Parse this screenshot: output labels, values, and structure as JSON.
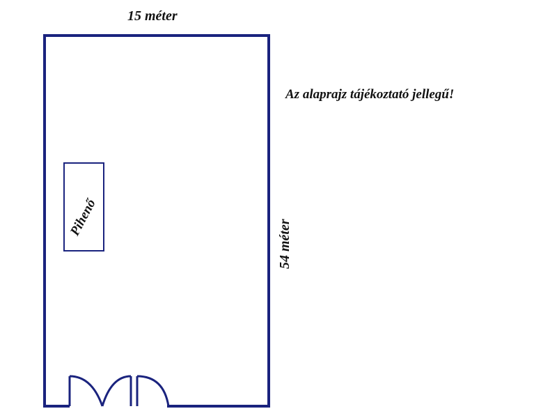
{
  "plan": {
    "width_label": "15 méter",
    "height_label": "54 méter",
    "note": "Az alaprajz tájékoztató jellegű!",
    "room_label": "Pihenő",
    "line_color": "#1a237e",
    "text_color": "#111111",
    "background": "#ffffff"
  }
}
